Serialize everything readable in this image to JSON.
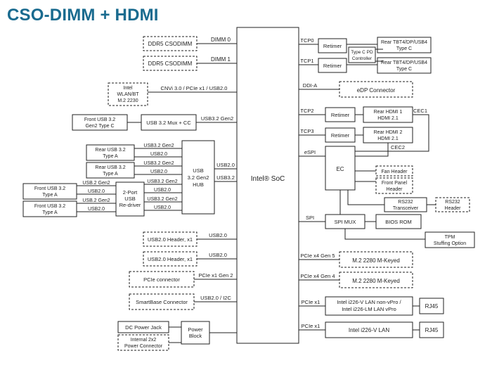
{
  "title": "CSO-DIMM + HDMI",
  "soc": "Intel® SoC",
  "left": {
    "ddr0": "DDR5 CSODIMM",
    "dimm0": "DIMM 0",
    "ddr1": "DDR5 CSODIMM",
    "dimm1": "DIMM 1",
    "wlan": [
      "Intel",
      "WLAN/BT",
      "M.2 2230"
    ],
    "cnvi": "CNVi 3.0 / PCIe x1 / USB2.0",
    "front_typec": [
      "Front USB 3.2",
      "Gen2 Type C"
    ],
    "mux": "USB 3.2 Mux + CC",
    "usb32g2": "USB3.2 Gen2",
    "rear_a1": [
      "Rear USB 3.2",
      "Type A"
    ],
    "rear_a2": [
      "Rear USB 3.2",
      "Type A"
    ],
    "front_a1": [
      "Front USB 3.2",
      "Type A"
    ],
    "front_a2": [
      "Front USB 3.2",
      "Type A"
    ],
    "hub": [
      "USB",
      "3.2 Gen2",
      "HUB"
    ],
    "redriver": [
      "2-Port",
      "USB",
      "Re-driver"
    ],
    "usb32gen2": "USB3.2 Gen2",
    "usb20": "USB2.0",
    "usb2gen2": "USB.2 Gen2",
    "hub_usb20": "USB2.0",
    "hub_usb32": "USB3.2",
    "hdr1": "USB2.0 Header, x1",
    "hdr1_link": "USB2.0",
    "hdr2": "USB2.0 Header, x1",
    "hdr2_link": "USB2.0",
    "pcie_conn": "PCIe connector",
    "pcie_link": "PCIe x1 Gen 2",
    "smartbase": "SmartBase Connector",
    "smart_link": "USB2.0 / I2C",
    "dc_jack": "DC Power Jack",
    "internal_pwr": [
      "Internal 2x2",
      "Power Connector"
    ],
    "power_block": [
      "Power",
      "Block"
    ]
  },
  "right": {
    "tcp0": "TCP0",
    "tcp1": "TCP1",
    "tcp2": "TCP2",
    "tcp3": "TCP3",
    "retimer": "Retimer",
    "tbt1": [
      "Rear TBT4/DP/USB4",
      "Type C"
    ],
    "tbt2": [
      "Rear TBT4/DP/USB4",
      "Type C"
    ],
    "pd": [
      "Type C PD",
      "Controller"
    ],
    "ddia": "DDI-A",
    "edp": "eDP Connector",
    "hdmi1": [
      "Rear HDMI 1",
      "HDMI 2.1"
    ],
    "hdmi2": [
      "Rear HDMI 2",
      "HDMI 2.1"
    ],
    "cec1": "CEC1",
    "cec2": "CEC2",
    "espi": "eSPI",
    "ec": "EC",
    "fan": "Fan Header",
    "fp": [
      "Front Panel",
      "Header"
    ],
    "rs232t": [
      "RS232",
      "Transceiver"
    ],
    "rs232h": [
      "RS232",
      "Header"
    ],
    "spi": "SPI",
    "spimux": "SPI MUX",
    "bios": "BIOS ROM",
    "tpm": [
      "TPM",
      "Stuffing Option"
    ],
    "pcie5": "PCIe x4 Gen 5",
    "m2a": "M.2 2280 M-Keyed",
    "pcie4": "PCIe x4 Gen 4",
    "m2b": "M.2 2280 M-Keyed",
    "pciex1a": "PCIe x1",
    "lan1": [
      "Intel i226-V LAN non-vPro /",
      "Intel i226-LM LAN vPro"
    ],
    "rj45a": "RJ45",
    "pciex1b": "PCIe x1",
    "lan2": "Intel i226-V LAN",
    "rj45b": "RJ45"
  }
}
